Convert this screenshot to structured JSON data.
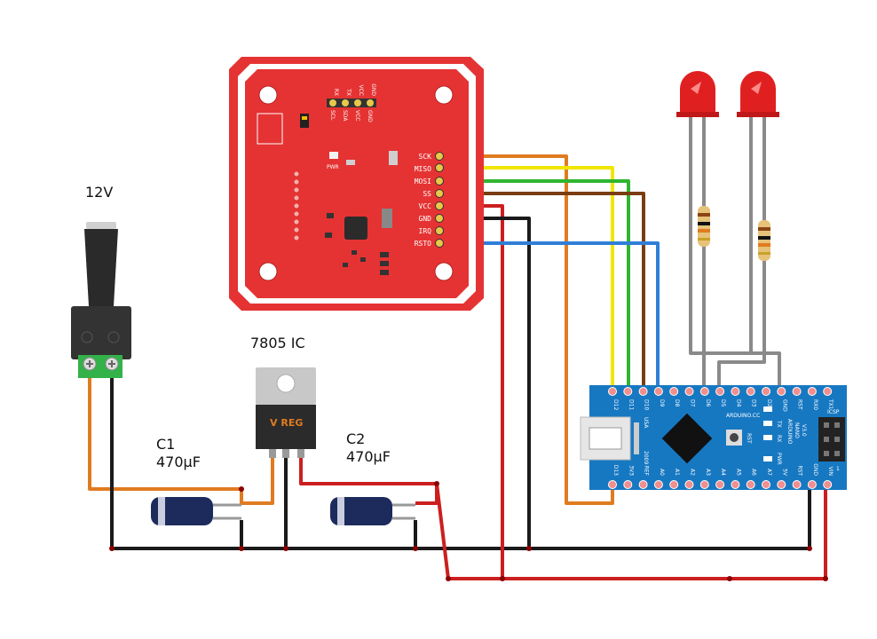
{
  "labels": {
    "power_jack": "12V",
    "regulator": "7805 IC",
    "regulator_marking": "V REG",
    "c1_name": "C1",
    "c1_value": "470µF",
    "c2_name": "C2",
    "c2_value": "470µF"
  },
  "rfid": {
    "side_pins": [
      "SCK",
      "MISO",
      "MOSI",
      "SS",
      "VCC",
      "GND",
      "IRQ",
      "RSTO"
    ],
    "top_pins_a": [
      "GND",
      "VCC",
      "TX",
      "RX"
    ],
    "top_pins_b": [
      "GND",
      "VCC",
      "SDA",
      "SCL"
    ],
    "pwr_label": "PWR"
  },
  "nano": {
    "top_pins": [
      "D12",
      "D11",
      "D10",
      "D9",
      "D8",
      "D7",
      "D6",
      "D5",
      "D4",
      "D3",
      "D2",
      "GND",
      "RST",
      "RX0",
      "TX1"
    ],
    "bottom_pins": [
      "D13",
      "3V3",
      "REF",
      "A0",
      "A1",
      "A2",
      "A3",
      "A4",
      "A5",
      "A6",
      "A7",
      "5V",
      "RST",
      "GND",
      "VIN"
    ],
    "brand": "ARDUINO.CC",
    "model_line1": "ARDUINO",
    "model_line2": "NANO",
    "model_line3": "V3.0",
    "icsp": "ICSP",
    "usa": "USA",
    "year": "2009",
    "rst": "RST",
    "tx": "TX",
    "rx": "RX",
    "pwr": "PWR",
    "one": "1"
  },
  "colors": {
    "board_red": "#e53333",
    "nano_blue": "#1778c2",
    "wire_orange": "#e07b20",
    "wire_yellow": "#f2e600",
    "wire_green": "#2fb52f",
    "wire_brown": "#7a3d12",
    "wire_red": "#cc1f1f",
    "wire_black": "#1a1a1a",
    "wire_blue": "#2f7ed8",
    "led_red": "#e02020",
    "cap_body": "#1d2b5c"
  }
}
